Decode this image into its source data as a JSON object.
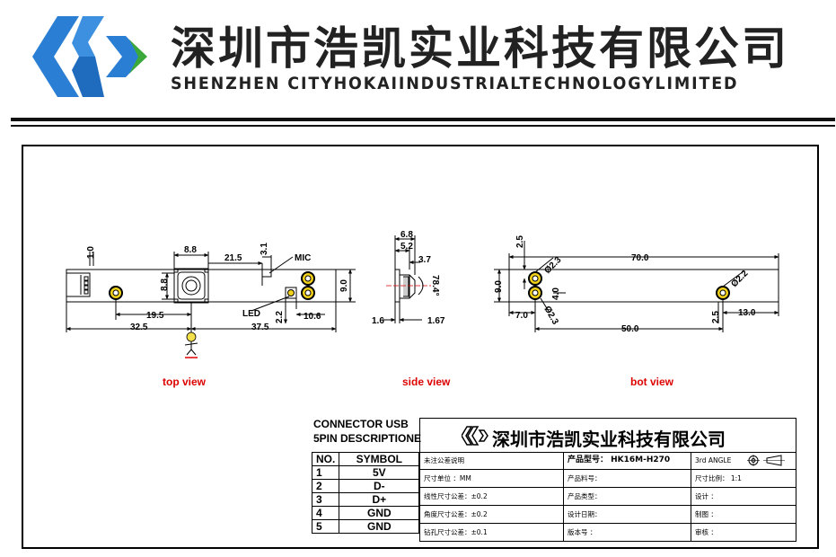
{
  "header": {
    "company_cn": "深圳市浩凯实业科技有限公司",
    "company_en": "SHENZHEN CITYHOKAIINDUSTRIALTECHNOLOGYLIMITED",
    "logo_icon": "hk-logo-icon",
    "colors": {
      "logo_blue": "#2a7fd4",
      "logo_green": "#3aa83a"
    }
  },
  "views": {
    "top": {
      "label": "top view",
      "dims": {
        "d8_8_top": "8.8",
        "d21_5": "21.5",
        "d3_1": "3.1",
        "mic": "MIC",
        "d1_0": "1.0",
        "d8_8_side": "8.8",
        "d9_0": "9.0",
        "led": "LED",
        "d2_2": "2.2",
        "d10_6": "10.6",
        "d19_5": "19.5",
        "d32_5": "32.5",
        "d37_5": "37.5"
      }
    },
    "side": {
      "label": "side view",
      "dims": {
        "d6_8": "6.8",
        "d5_2": "5.2",
        "d3_7": "3.7",
        "d78_4": "78.4°",
        "d1_6": "1.6",
        "d1_67": "1.67"
      }
    },
    "bot": {
      "label": "bot view",
      "dims": {
        "d2_5_top": "2.5",
        "d70_0": "70.0",
        "d9_0": "9.0",
        "phi2_3_a": "Ø2.3",
        "phi2_2": "Ø2.2",
        "d4_0": "4.0",
        "phi2_3_b": "Ø2.3",
        "d7_0": "7.0",
        "d2_5_bot": "2.5",
        "d13_0": "13.0",
        "d50_0": "50.0"
      }
    }
  },
  "connector": {
    "title_line1": "CONNECTOR USB",
    "title_line2": "5PIN DESCRIPTIONE",
    "header_no": "NO.",
    "header_symbol": "SYMBOL",
    "pins": [
      {
        "no": "1",
        "symbol": "5V"
      },
      {
        "no": "2",
        "symbol": "D-"
      },
      {
        "no": "3",
        "symbol": "D+"
      },
      {
        "no": "4",
        "symbol": "GND"
      },
      {
        "no": "5",
        "symbol": "GND"
      }
    ]
  },
  "titleblock": {
    "company_cn": "深圳市浩凯实业科技有限公司",
    "r1": {
      "c1": "未注公差说明",
      "c2": "产品型号： HK16M-H270",
      "c3": "3rd ANGLE"
    },
    "r2": {
      "c1": "尺寸单位 ：MM",
      "c2": "产品料号：",
      "c3": "尺寸比例：  1:1"
    },
    "r3": {
      "c1": "线性尺寸公差：±0.2",
      "c2": "产品类型：",
      "c3": "设计 ："
    },
    "r4": {
      "c1": "角度尺寸公差：±0.2",
      "c2": "设计日期：",
      "c3": "制图 ："
    },
    "r5": {
      "c1": "钻孔尺寸公差：±0.1",
      "c2": "版本号 ：",
      "c3": "审核 ："
    }
  }
}
